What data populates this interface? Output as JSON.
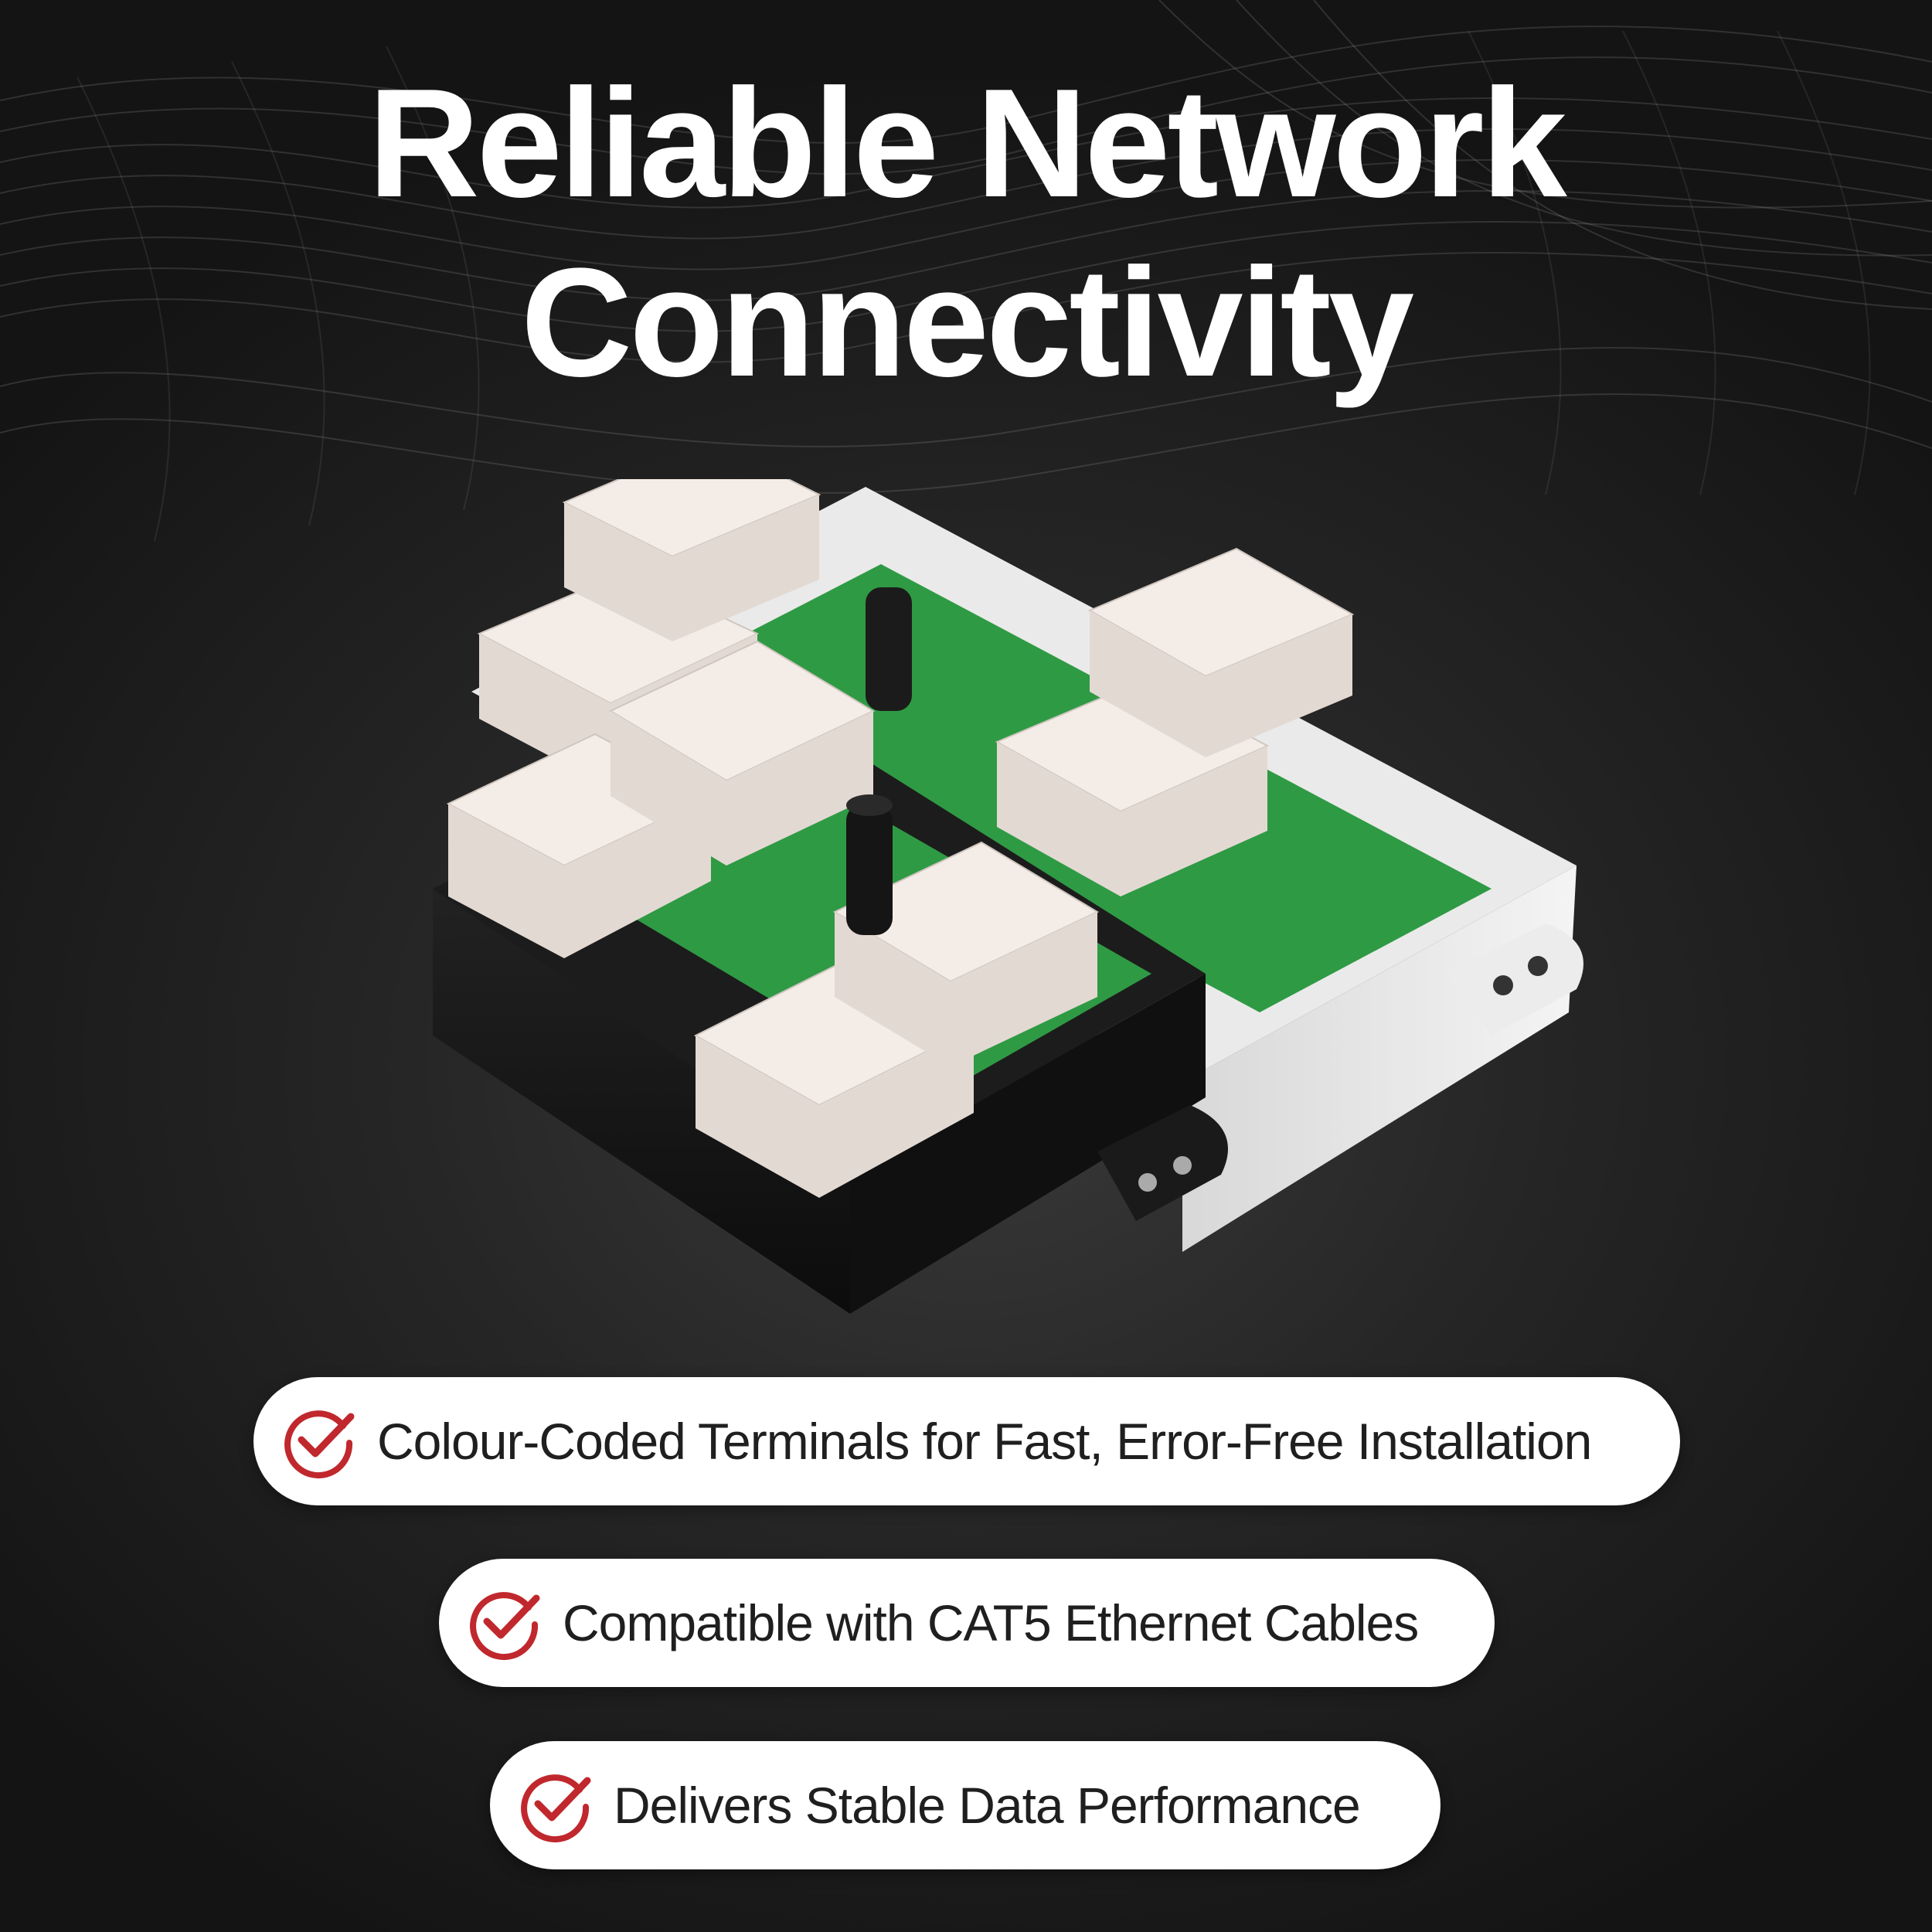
{
  "headline": {
    "line1": "Reliable Network",
    "line2": "Connectivity"
  },
  "features": [
    {
      "icon": "checkmark-circle-icon",
      "label": "Colour-Coded Terminals for Fast, Error-Free Installation"
    },
    {
      "icon": "checkmark-circle-icon",
      "label": "Compatible with CAT5 Ethernet Cables"
    },
    {
      "icon": "checkmark-circle-icon",
      "label": "Delivers Stable Data Performance"
    }
  ],
  "colors": {
    "accent": "#c0282d",
    "pcb": "#2f9a44",
    "terminal": "#f4ece7",
    "housing_dark": "#151515",
    "housing_light": "#e9e9e9"
  }
}
